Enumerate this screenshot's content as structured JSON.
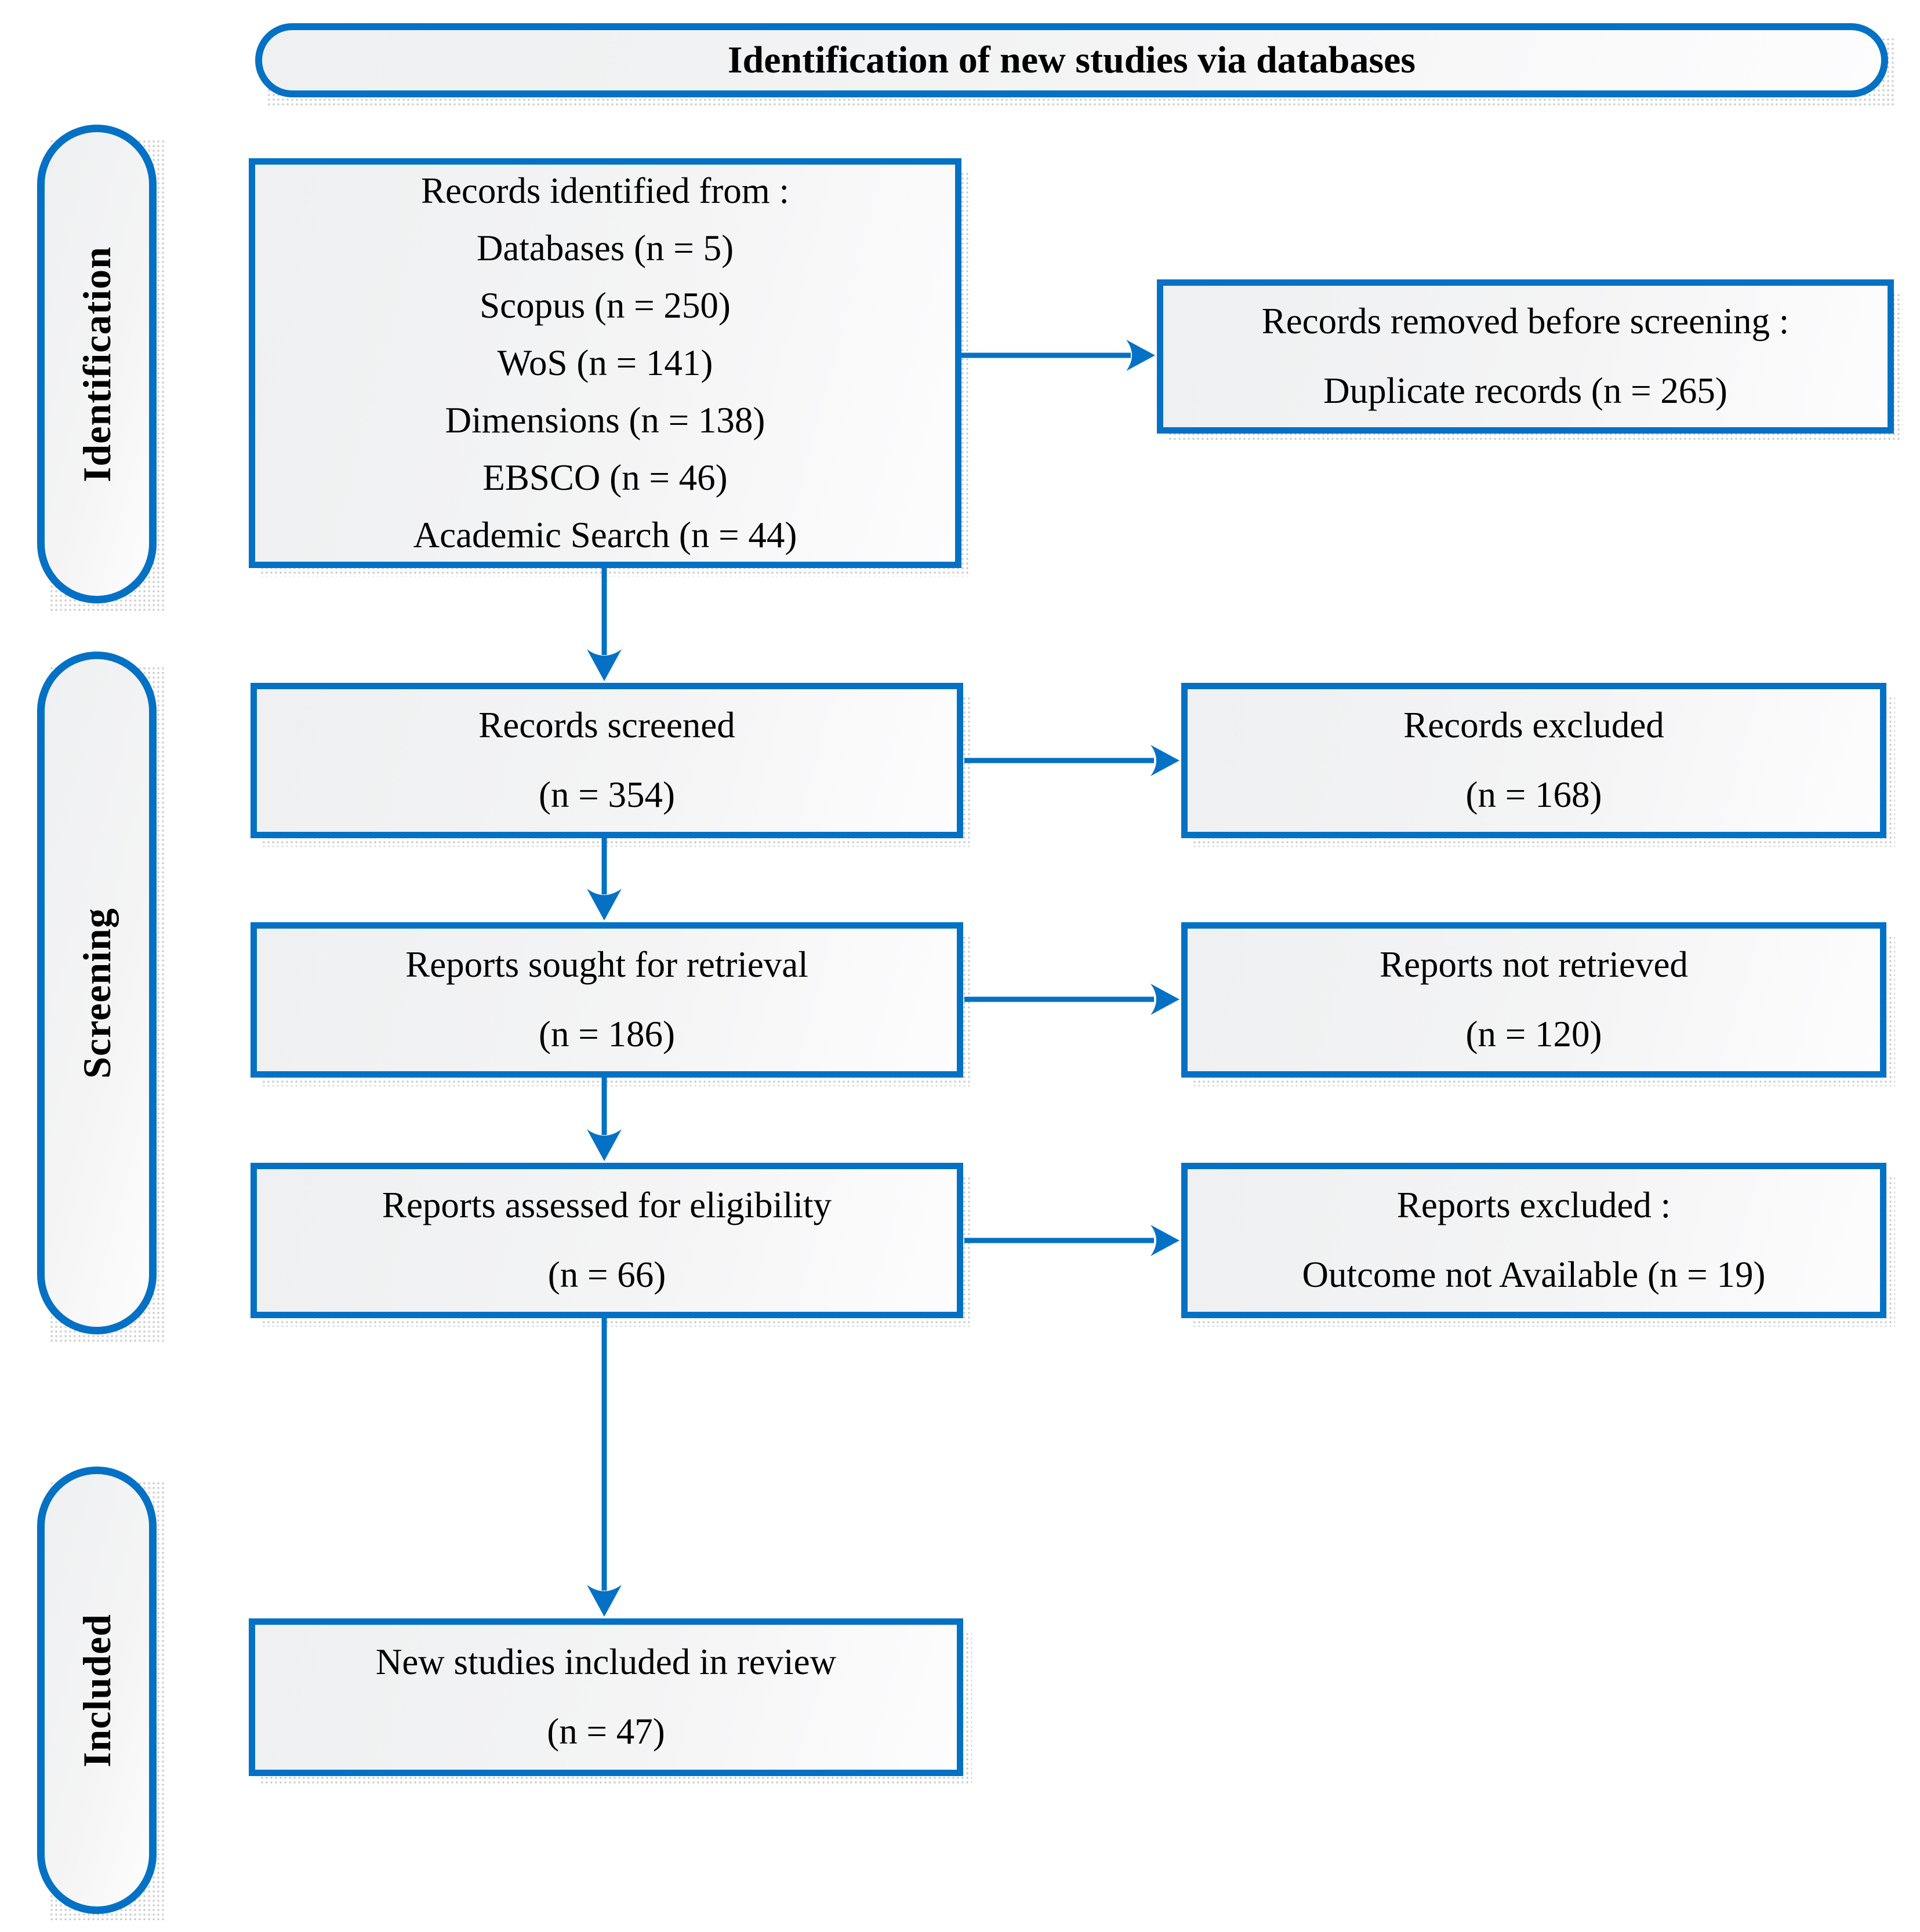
{
  "header": {
    "title": "Identification of new studies via databases"
  },
  "stages": [
    {
      "label": "Identification"
    },
    {
      "label": "Screening"
    },
    {
      "label": "Included"
    }
  ],
  "colors": {
    "accent": "#0471c4",
    "box_fill": "#f1f2f3",
    "text": "#000000"
  },
  "boxes": {
    "records_identified": {
      "lines": [
        "Records identified from :",
        "Databases (n = 5)",
        "Scopus (n = 250)",
        "WoS (n = 141)",
        "Dimensions (n = 138)",
        "EBSCO (n = 46)",
        "Academic Search (n = 44)"
      ]
    },
    "records_removed": {
      "lines": [
        "Records removed before screening :",
        "Duplicate records (n = 265)"
      ]
    },
    "records_screened": {
      "lines": [
        "Records screened",
        "(n = 354)"
      ]
    },
    "records_excluded": {
      "lines": [
        "Records excluded",
        "(n = 168)"
      ]
    },
    "reports_sought": {
      "lines": [
        "Reports sought for retrieval",
        "(n = 186)"
      ]
    },
    "reports_not_retrieved": {
      "lines": [
        "Reports not retrieved",
        "(n = 120)"
      ]
    },
    "reports_assessed": {
      "lines": [
        "Reports assessed for eligibility",
        "(n = 66)"
      ]
    },
    "reports_excluded": {
      "lines": [
        "Reports excluded :",
        "Outcome not Available (n = 19)"
      ]
    },
    "new_studies": {
      "lines": [
        "New studies included in review",
        "(n = 47)"
      ]
    }
  }
}
